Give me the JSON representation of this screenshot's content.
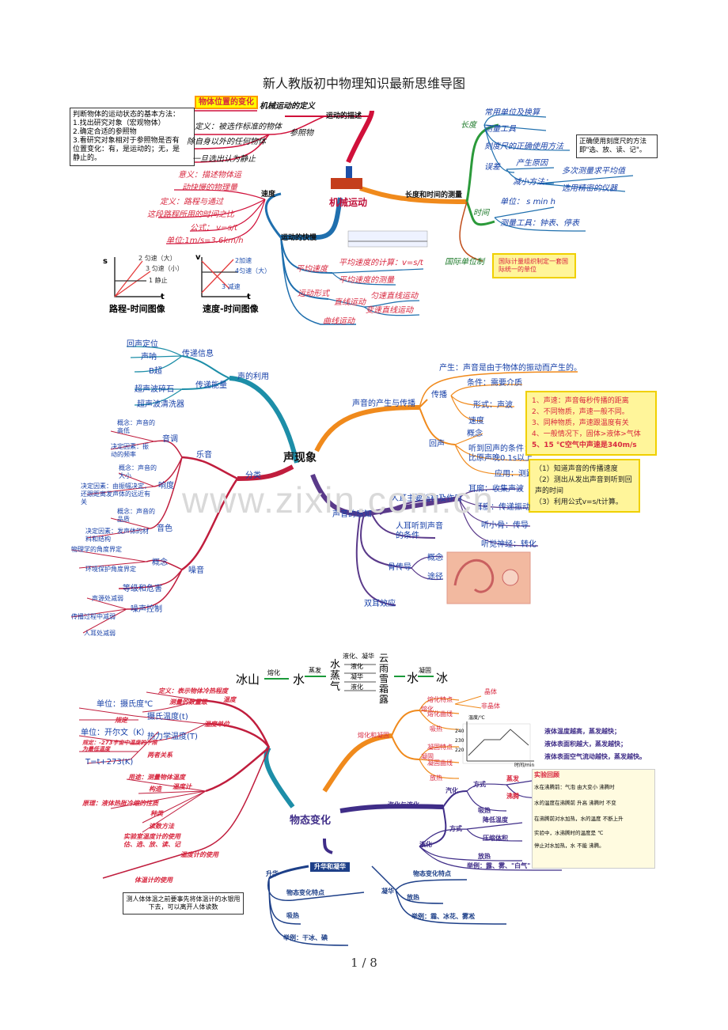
{
  "page_title": "新人教版初中物理知识最新思维导图",
  "footer": "1 / 8",
  "watermark": "www.zixin.com.cn",
  "section1": {
    "center": "机械运动",
    "basic_method_box": [
      "判断物体的运动状态的基本方法：",
      "1.找出研究对象（宏观物体）",
      "2.确定合适的参照物",
      "3.看研究对象相对于参照物是否有",
      "位置变化：有，是运动的；无，是",
      "静止的。"
    ],
    "desc_branch": "运动的描述",
    "position_change": "物体位置的变化",
    "mech_def": "机械运动的定义",
    "ref_def": "定义：被选作标准的物体",
    "ref": "参照物",
    "except_self": "除自身以外的任何物体",
    "usually_ground": "一旦选出认为静止",
    "speed_branch": "运动的快慢",
    "speed": "速度",
    "speed_meaning1": "意义：描述物体运",
    "speed_meaning2": "动快慢的物理量",
    "speed_def1": "定义：路程与通过",
    "speed_def2": "这段路程所用的时间之比",
    "formula": "公式：  v=s/t",
    "unit": "单位:1m/s=3.6km/h",
    "avg_speed": "平均速度",
    "avg_calc": "平均速度的计算：v=s/t",
    "avg_measure": "平均速度的测量",
    "motion_form": "运动形式",
    "linear": "直线运动",
    "uniform": "匀速直线运动",
    "variable": "变速直线运动",
    "curved": "曲线运动",
    "graph1_label": "路程-时间图像",
    "graph2_label": "速度-时间图像",
    "g1_lines": [
      "2 匀速（大）",
      "3 匀速（小）",
      "1 静止"
    ],
    "g2_lines": [
      "2加速",
      "4匀速（大）",
      "3 减速"
    ],
    "len_time_branch": "长度和时间的测量",
    "length": "长度",
    "len_units": "常用单位及换算",
    "len_tools": "测量工具",
    "len_ruler": "刻度尺的正确使用方法",
    "ruler_note": "正确使用刻度尺的方法即\"选、放、读、记\"。",
    "error": "误差",
    "error_cause": "产生原因",
    "error_reduce": "减小方法：",
    "reduce1": "多次测量求平均值",
    "reduce2": "选用精密的仪器",
    "time": "时间",
    "time_unit": "单位：  s  min  h",
    "time_tools": "测量工具：钟表、停表",
    "si": "国际单位制",
    "si_note": "国际计量组织制定一套国际统一的单位"
  },
  "section2": {
    "center": "声现象",
    "use_branch": "声的利用",
    "transmit_info": "传递信息",
    "echo_loc": "回声定位",
    "sonar": "声呐",
    "b_ultra": "B超",
    "transmit_energy": "传递能量",
    "ultra_stone": "超声波碎石",
    "ultra_clean": "超声波清洗器",
    "classify": "分类",
    "music": "乐音",
    "pitch": "音调",
    "pitch_c": "概念：声音的高低",
    "pitch_f": "决定因素：振动的频率",
    "loud": "响度",
    "loud_c": "概念：声音的大小",
    "loud_f": "决定因素：由振幅决定，还跟距离发声体的远近有关",
    "timbre": "音色",
    "timbre_c": "概念：声音的品质",
    "timbre_f": "决定因素：发声体的材料和结构",
    "noise": "噪音",
    "noise_concept": "概念",
    "noise_phys": "物理学的角度界定",
    "noise_env": "环境保护角度界定",
    "noise_level": "等级和危害",
    "noise_ctrl": "噪声控制",
    "ctrl1": "声源处减弱",
    "ctrl2": "传播过程中减弱",
    "ctrl3": "人耳处减弱",
    "produce_branch": "声音的产生与传播",
    "produce": "产生：声音是由于物体的振动而产生的。",
    "spread": "传播",
    "cond": "条件：需要介质",
    "form": "形式：声波",
    "velocity": "速度",
    "echo": "回声",
    "echo_c": "概念",
    "echo_cond1": "听到回声的条件：",
    "echo_cond2": "比原声晚0.1s以上",
    "echo_app": "应用：测距",
    "speed_box": [
      "1、声速：声音每秒传播的距离",
      "2、不同物质，声速一般不同。",
      "3、同种物质，声速跟温度有关",
      "4、一般情况下，固体>液体>气体",
      "5、15 ℃空气中声速是340m/s"
    ],
    "echo_box": [
      "（1）知道声音的传播速度",
      "（2）测出从发出声音到听到回声的时间",
      "（3）利用公式v=s/t计算。"
    ],
    "perceive_branch": "声音的感知",
    "ear_struct": "人耳主要结构及作用",
    "auricle": "耳廓：收集声波",
    "eardrum": "耳膜：传递振动",
    "ossicle": "听小骨：传导",
    "nerve": "听觉神经：转化",
    "hear_cond": "人耳听到声音的条件",
    "bone": "骨传导",
    "bone_c": "概念",
    "bone_path": "途径",
    "binaural": "双耳效应"
  },
  "section3": {
    "center": "物态变化",
    "chain": [
      "冰山",
      "熔化",
      "水",
      "蒸发",
      "水蒸气",
      "液化、凝华",
      "液化",
      "凝华",
      "液化",
      "云",
      "雨",
      "雪",
      "霜",
      "露",
      "水",
      "凝固",
      "冰"
    ],
    "temp": "温度",
    "temp_def": "定义：表示物体冷热程度",
    "temp_measure": "测量的数量级",
    "unit_c": "单位：摄氏度℃",
    "celsius": "摄氏温度(t)",
    "rule": "规定",
    "temp_unit": "温度单位",
    "unit_k": "单位：开尔文（K）",
    "k_rule": "规定：-273宇宙中温度的下限为最低温度",
    "thermo": "热力学温度(T)",
    "relation": "两者关系",
    "relation_formula": "T=t+273(K)",
    "thermometer": "温度计",
    "tm_use": "用途：测量物体温度",
    "tm_struct": "构造",
    "tm_principle": "原理：液体热胀冷缩的性质",
    "tm_type": "种类",
    "tm_read": "读数方法",
    "tm_usage": "温度计的使用",
    "tm_usage_box": "实验室温度计的使用估、选、放、读、记",
    "tm_use2": "体温计的使用",
    "body_box": "测人体体温之前要事先将体温计的水银甩下去，可以离开人体读数",
    "melt_solid": "熔化和凝固",
    "melting": "熔化",
    "melt_feat": "熔化特点",
    "melt_curve": "熔化曲线",
    "absorb1": "吸热",
    "crystal": "晶体",
    "noncrystal": "非晶体",
    "solid": "凝固",
    "solid_feat": "凝固特点",
    "solid_curve": "凝固曲线",
    "release1": "放热",
    "chart_ylabel": "温度/℃",
    "chart_xlabel": "时间/min",
    "chart_ticks": [
      "240",
      "230",
      "220"
    ],
    "vapor_liq": "汽化与液化",
    "vaporize": "汽化",
    "way": "方式",
    "evap": "蒸发",
    "boil": "沸腾",
    "absorb2": "吸热",
    "liquefy": "液化",
    "way2": "方式",
    "lower_temp": "降低温度",
    "compress": "压缩体积",
    "release2": "放热",
    "example_liq": "举例：露、雾、\"白气\"",
    "evap_notes": [
      "液体温度越高，蒸发越快；",
      "液体表面积越大，蒸发越快；",
      "液体表面空气流动越快，蒸发越快。"
    ],
    "exp_title": "实验回顾",
    "exp_notes": [
      "水在沸腾前：气泡 由大变小 沸腾时",
      "水的温度在沸腾前 升高 沸腾时 不变",
      "在沸腾前对水加热，水的温度 不断上升",
      "实验中，水沸腾时的温度是 ℃",
      "停止对水加热，水 不能 沸腾。"
    ],
    "sub_deposit": "升华和凝华",
    "sublime": "升华",
    "sub_feat": "物态变化特点",
    "absorb3": "吸热",
    "sub_ex": "举例：干冰、碘",
    "deposit": "凝华",
    "dep_feat": "物态变化特点",
    "release3": "放热",
    "dep_ex": "举例：霜、冰花、雾凇"
  }
}
